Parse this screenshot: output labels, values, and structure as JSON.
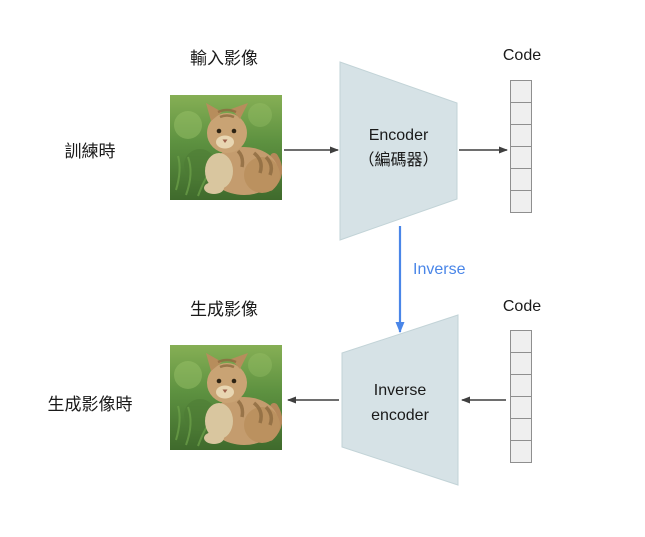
{
  "top_row": {
    "image_title": "輸入影像",
    "row_label": "訓練時",
    "encoder": {
      "line1": "Encoder",
      "line2": "（編碼器）"
    },
    "code_label": "Code",
    "code_cell_count": 6
  },
  "middle": {
    "inverse_label": "Inverse"
  },
  "bottom_row": {
    "image_title": "生成影像",
    "row_label": "生成影像時",
    "decoder": {
      "line1": "Inverse",
      "line2": "encoder"
    },
    "code_label": "Code",
    "code_cell_count": 6
  },
  "colors": {
    "trapezoid_fill": "#d6e2e6",
    "trapezoid_stroke": "#c2d3d7",
    "code_cell_fill": "#efefef",
    "code_cell_border": "#8f8f8f",
    "arrow_dark": "#3f3f3f",
    "inverse_blue": "#4a86e8",
    "text": "#1a1a1a",
    "background": "#ffffff"
  },
  "images": {
    "description": "tabby cat sitting on green grass"
  }
}
